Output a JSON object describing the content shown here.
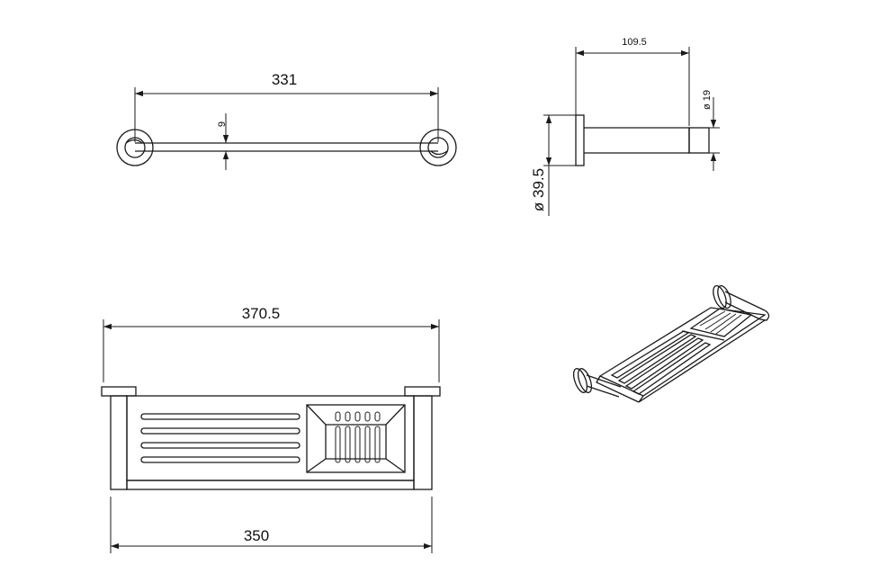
{
  "dimensions": {
    "rail_length": "331",
    "rail_thickness": "9",
    "projection": "109.5",
    "tube_diameter": "ø 19",
    "rose_diameter": "ø 39.5",
    "shelf_total_width": "370.5",
    "shelf_inner_width": "350"
  },
  "views": [
    "top-view",
    "side-view",
    "front-view",
    "isometric-view"
  ],
  "colors": {
    "line": "#1a1a1a",
    "background": "#ffffff"
  }
}
